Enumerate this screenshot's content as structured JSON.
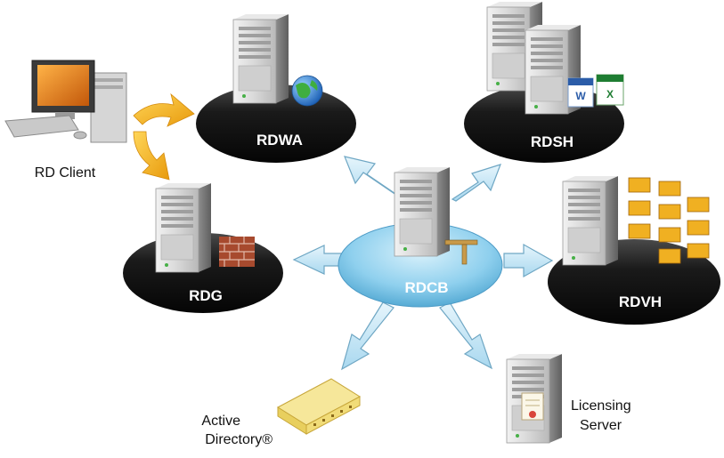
{
  "nodes": {
    "rdwa": {
      "label": "RDWA"
    },
    "rdsh": {
      "label": "RDSH"
    },
    "rdg": {
      "label": "RDG"
    },
    "rdvh": {
      "label": "RDVH"
    },
    "rdcb": {
      "label": "RDCB"
    },
    "rd_client": {
      "label": "RD Client"
    },
    "active_directory": {
      "line1": "Active",
      "line2": "Directory®"
    },
    "licensing_server": {
      "line1": "Licensing",
      "line2": "Server"
    }
  },
  "colors": {
    "platform": "#1c1c1c",
    "hub": "#7ec8ea",
    "arrow": "#bfe3f4",
    "arrow_stroke": "#6fa7c4",
    "client_arrow": "#f3b21c"
  }
}
